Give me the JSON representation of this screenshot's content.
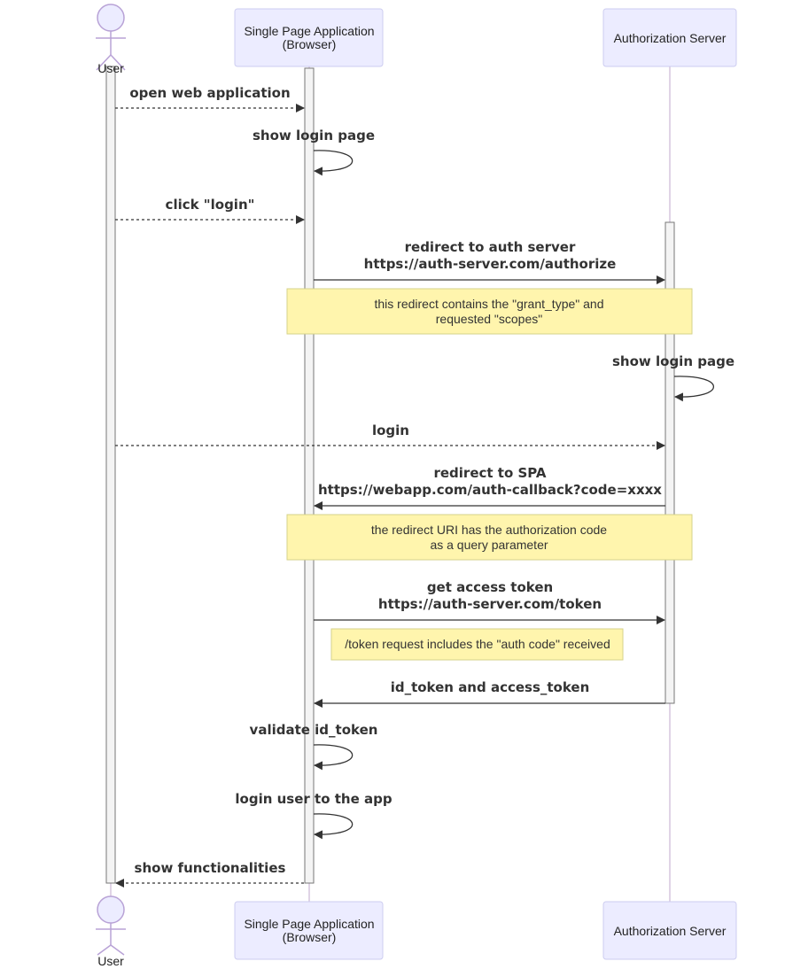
{
  "participants": {
    "user": "User",
    "spa_line1": "Single Page Application",
    "spa_line2": "(Browser)",
    "auth": "Authorization Server"
  },
  "messages": {
    "m1": "open web application",
    "m2": "show login page",
    "m3": "click \"login\"",
    "m4_line1": "redirect to auth server",
    "m4_line2": "https://auth-server.com/authorize",
    "m5": "show login page",
    "m6": "login",
    "m7_line1": "redirect to SPA",
    "m7_line2": "https://webapp.com/auth-callback?code=xxxx",
    "m8_line1": "get access token",
    "m8_line2": "https://auth-server.com/token",
    "m9": "id_token and access_token",
    "m10": "validate id_token",
    "m11": "login user to the app",
    "m12": "show functionalities"
  },
  "notes": {
    "n1_line1": "this redirect contains the \"grant_type\" and",
    "n1_line2": "requested \"scopes\"",
    "n2_line1": "the redirect URI has the authorization code",
    "n2_line2": "as a query parameter",
    "n3": "/token request includes the \"auth code\" received"
  },
  "colors": {
    "participant_fill": "#ECECFF",
    "note_fill": "#FFF5AD",
    "lifeline": "#CCB8D6"
  }
}
